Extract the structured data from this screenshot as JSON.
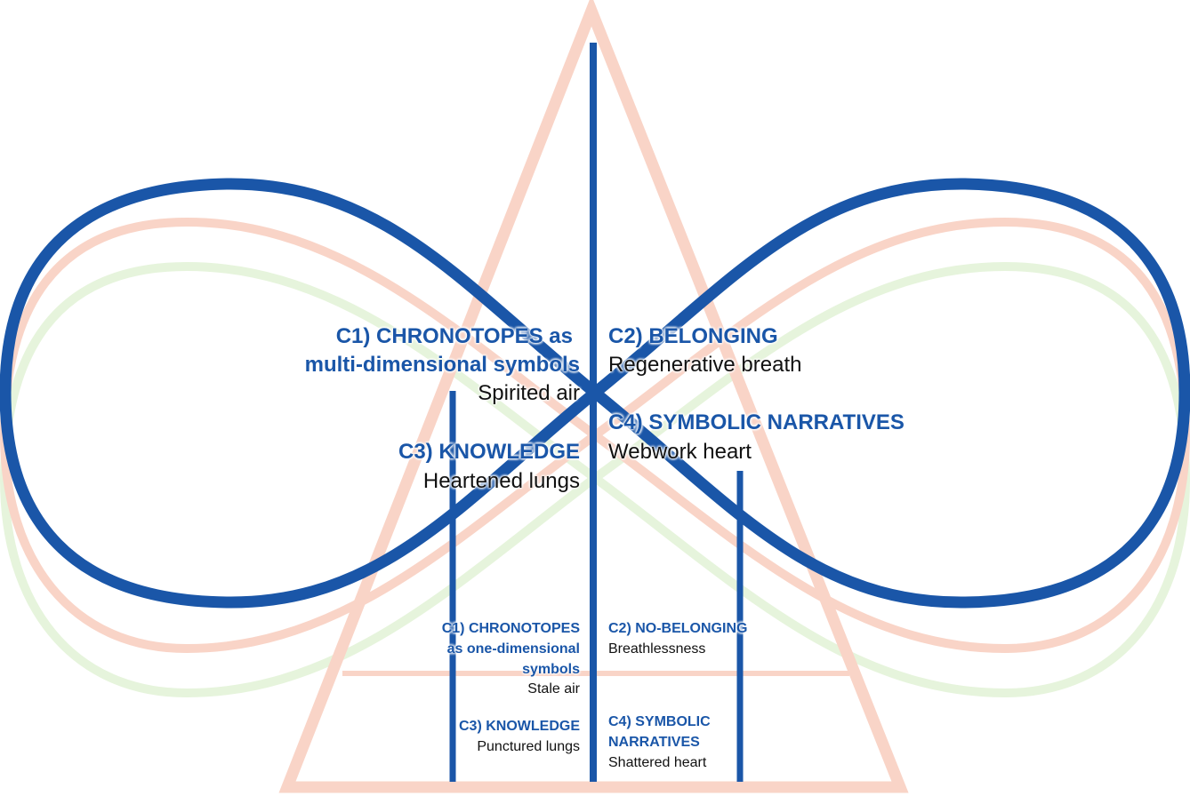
{
  "colors": {
    "blue": "#1a56a8",
    "salmon": "#f9d4c7",
    "green": "#e6f4dc"
  },
  "upper": {
    "c1_title_line1": "C1) CHRONOTOPES as",
    "c1_title_line2": "multi-dimensional symbols",
    "c1_sub": "Spirited air",
    "c2_title": "C2) BELONGING",
    "c2_sub": "Regenerative breath",
    "c3_title": "C3) KNOWLEDGE",
    "c3_sub": "Heartened lungs",
    "c4_title": "C4) SYMBOLIC NARRATIVES",
    "c4_sub": "Webwork heart"
  },
  "lower": {
    "c1_title_line1": "C1) CHRONOTOPES",
    "c1_title_line2": "as one-dimensional",
    "c1_title_line3": "symbols",
    "c1_sub": "Stale air",
    "c2_title": "C2) NO-BELONGING",
    "c2_sub": "Breathlessness",
    "c3_title": "C3) KNOWLEDGE",
    "c3_sub": "Punctured lungs",
    "c4_title_line1": "C4) SYMBOLIC",
    "c4_title_line2": "NARRATIVES",
    "c4_sub": "Shattered heart"
  }
}
